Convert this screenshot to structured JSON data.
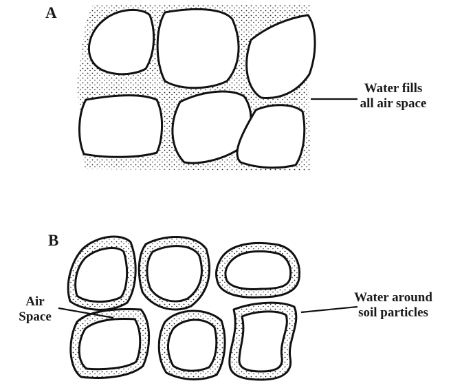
{
  "panels": [
    {
      "letter": "A",
      "callout": [
        "Water fills",
        "all air space"
      ]
    },
    {
      "letter": "B",
      "callout_left": [
        "Air",
        "Space"
      ],
      "callout_right": [
        "Water around",
        "soil particles"
      ]
    }
  ]
}
